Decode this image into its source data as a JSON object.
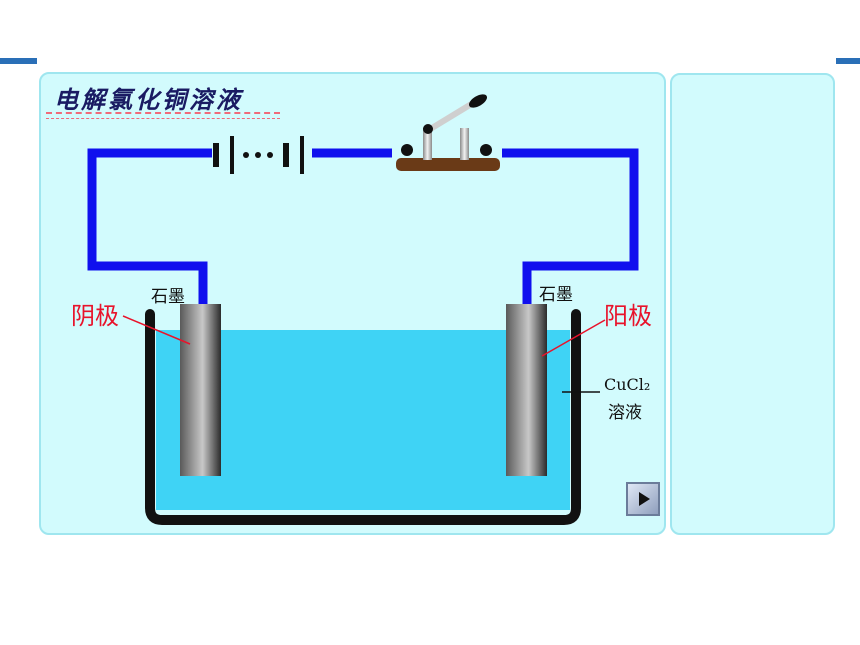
{
  "title": "电解氯化铜溶液",
  "labels": {
    "left_graphite": "石墨",
    "right_graphite": "石墨",
    "cathode": "阴极",
    "anode": "阳极",
    "solution_formula": "CuCl₂",
    "solution_word": "溶液"
  },
  "colors": {
    "wire": "#1010ee",
    "solution": "#3fd3f5",
    "panel_bg": "#d2fbfd",
    "panel_border": "#9fe6ef",
    "label_red": "#e8132b",
    "title_color": "#1a1b63"
  },
  "controls": {
    "play_icon": "play-icon"
  }
}
